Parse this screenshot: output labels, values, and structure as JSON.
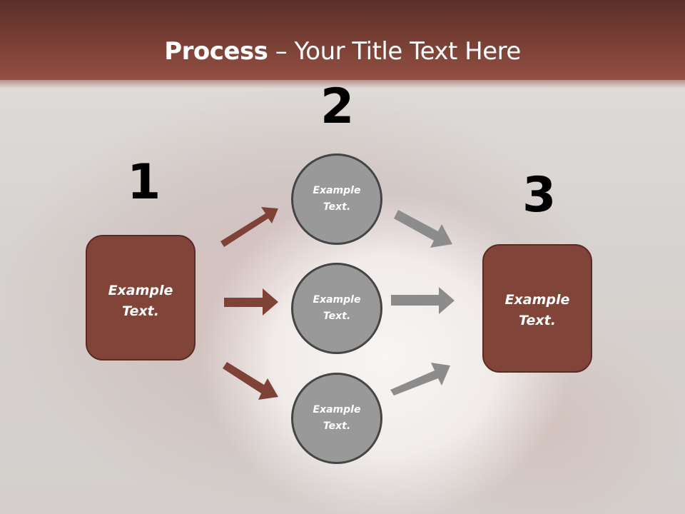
{
  "slide": {
    "title_bold": "Process",
    "title_rest": " – Your Title Text Here",
    "colors": {
      "header_top": "#5b2f29",
      "header_bottom": "#944f44",
      "box_fill": "#814439",
      "box_border": "#5a2a24",
      "circle_fill": "#999999",
      "circle_border": "#454545",
      "arrow_red": "#7f4237",
      "arrow_gray": "#8c8c8c"
    }
  },
  "steps": [
    {
      "number": "1",
      "label": "Example\nText."
    },
    {
      "number": "2"
    },
    {
      "number": "3",
      "label": "Example\nText."
    }
  ],
  "left_box": {
    "line1": "Example",
    "line2": "Text."
  },
  "right_box": {
    "line1": "Example",
    "line2": "Text."
  },
  "circles": [
    {
      "line1": "Example",
      "line2": "Text."
    },
    {
      "line1": "Example",
      "line2": "Text."
    },
    {
      "line1": "Example",
      "line2": "Text."
    }
  ]
}
